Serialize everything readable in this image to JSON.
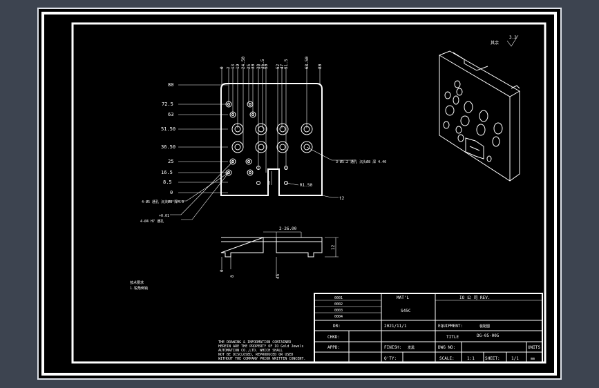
{
  "colors": {
    "bezel": "#3d4450",
    "paper": "#000000",
    "ink": "#ffffff"
  },
  "roughness": {
    "symbol": "3.2",
    "note": "其余"
  },
  "front_view": {
    "left_dims": [
      "80",
      "72.5",
      "63",
      "51.50",
      "36.50",
      "25",
      "16.5",
      "8.5",
      "0"
    ],
    "top_dims": [
      "0",
      "7",
      "13",
      "19",
      "24.50",
      "25",
      "30",
      "38",
      "36.5",
      "50",
      "52",
      "47",
      "51.5",
      "68.50",
      "80"
    ],
    "callouts": {
      "radius": "R1.50",
      "plate": "t2",
      "width_note": "12",
      "hole_note_right": "3-Ø5.2 通孔 沉头Ø8 深 4.40",
      "hole_note_left": "4-Ø5 通孔 沉头Ø8 深4.0",
      "tol_note": "+0.01",
      "pin_note": "4-Ø4 H7 通孔"
    }
  },
  "section_view": {
    "top_dim": "2-26.00",
    "right_dim": "12",
    "bottom_dims": [
      "0",
      "8",
      "45"
    ]
  },
  "tech_note": [
    "技术要求",
    "1.锐角倒钝"
  ],
  "disclaimer": [
    "THE DRAWING & INFORMATION CONTAINED",
    "HEREIN ARE THE PROPERTY OF IO Gold Jewels",
    "AUTOMATION CO.,LTD. WHICH SHALL",
    "NOT BE DISCLOSED, REPRODUCED OR USED",
    "WITHOUT THE COMPANY PRIOR WRITTEN CONCENT."
  ],
  "title_block": {
    "material_label": "MAT'L",
    "material": "S45C",
    "revisions": [
      {
        "mark": "0001",
        "by": "",
        "date": ""
      },
      {
        "mark": "0002",
        "by": "",
        "date": ""
      },
      {
        "mark": "0003",
        "by": "",
        "date": ""
      },
      {
        "mark": "0004",
        "by": "",
        "date": ""
      }
    ],
    "company": "IO  公 司  REV.",
    "dr_label": "DR:",
    "date": "2021/11/1",
    "equipment_label": "EQUIPMENT:",
    "equipment": "装配图",
    "chkd_label": "CHKD:",
    "title_label": "TITLE",
    "title": "DG-05-005",
    "appd_label": "APPD:",
    "finish_label": "FINISH:",
    "finish": "发黑",
    "dwg_label": "DWG NO:",
    "units_label": "UNITS",
    "qty_label": "Q'TY:",
    "scale_label": "SCALE:",
    "scale": "1:1",
    "sheet_label": "SHEET:",
    "sheet": "1/1",
    "units": "mm"
  }
}
